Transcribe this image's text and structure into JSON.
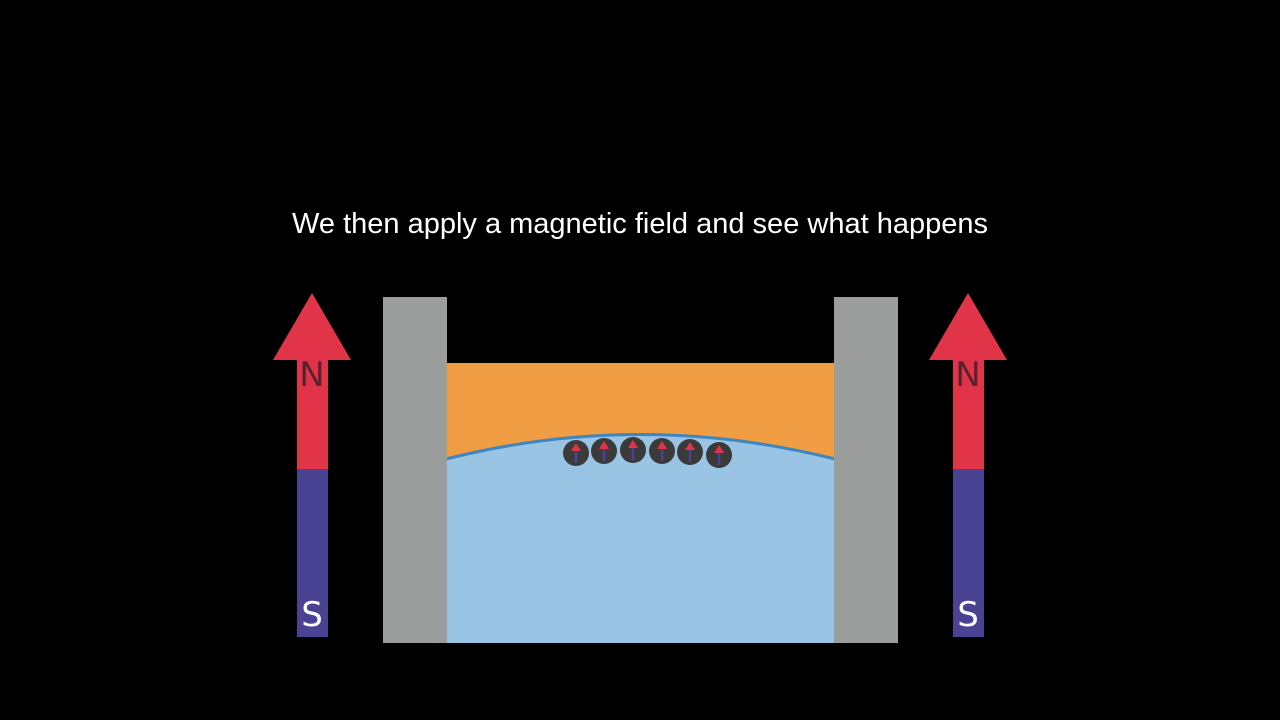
{
  "caption": "We then apply a magnetic field and see what happens",
  "magnets": [
    {
      "north_label": "N",
      "south_label": "S"
    },
    {
      "north_label": "N",
      "south_label": "S"
    }
  ],
  "particles": {
    "count": 6,
    "spin": "up"
  },
  "colors": {
    "background": "#000000",
    "text": "#ffffff",
    "magnet_north": "#e23448",
    "magnet_south": "#4a4393",
    "north_letter": "#5a2230",
    "wall": "#9b9c9c",
    "upper_fluid": "#f09d44",
    "lower_fluid": "#99c4e3",
    "interface_line": "#3f86c0",
    "particle": "#3a3a3a",
    "particle_spin_arrow": "#e23448"
  },
  "icons": {
    "magnet": "bar-magnet-arrow-icon",
    "spin": "spin-up-arrow-icon"
  }
}
